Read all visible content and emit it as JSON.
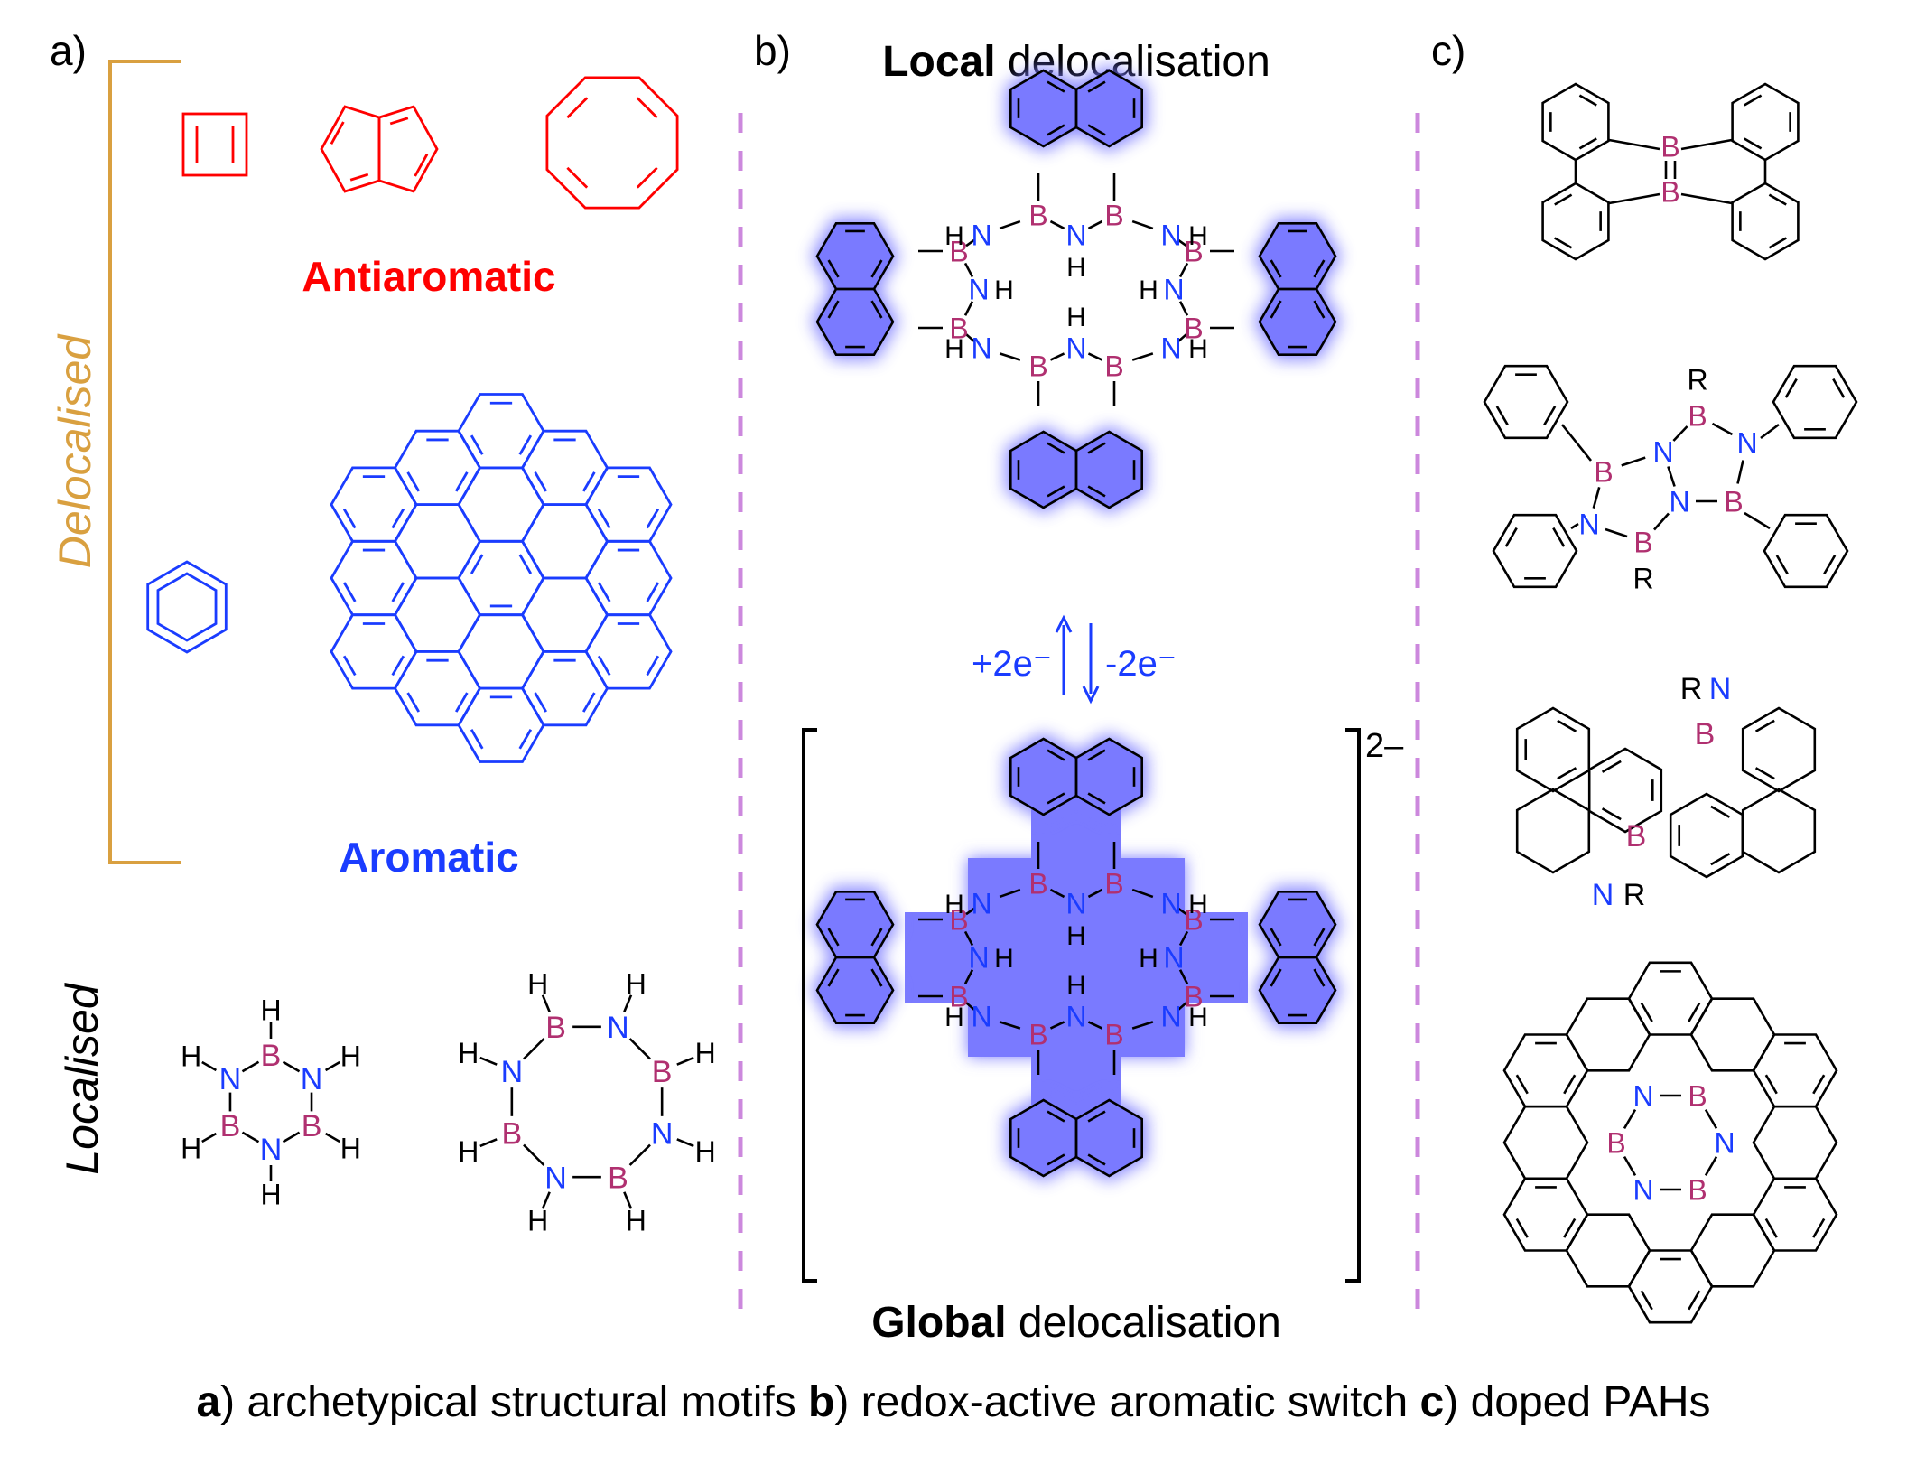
{
  "panels": {
    "a": {
      "label": "a)",
      "bracket_color": "#d9a040",
      "delocalised_label": "Delocalised",
      "localised_label": "Localised",
      "antiaromatic_label": "Antiaromatic",
      "aromatic_label": "Aromatic",
      "antiaromatic_color": "#ff0000",
      "aromatic_color": "#1a3cff"
    },
    "b": {
      "label": "b)",
      "local_title_bold": "Local",
      "local_title_rest": " delocalisation",
      "global_title_bold": "Global",
      "global_title_rest": " delocalisation",
      "reduce_label": "+2e⁻",
      "oxidise_label": "-2e⁻",
      "charge_label": "2–",
      "highlight_color": "#7a7aff"
    },
    "c": {
      "label": "c)"
    }
  },
  "atoms": {
    "boron": "B",
    "nitrogen": "N",
    "hydrogen": "H",
    "substituent": "R",
    "boron_color": "#b03070",
    "nitrogen_color": "#1a3cff"
  },
  "divider_color": "#cc88dd",
  "caption": {
    "a_bold": "a",
    "a_text": ") archetypical structural motifs ",
    "b_bold": "b",
    "b_text": ") redox-active aromatic switch ",
    "c_bold": "c",
    "c_text": ") doped PAHs"
  }
}
